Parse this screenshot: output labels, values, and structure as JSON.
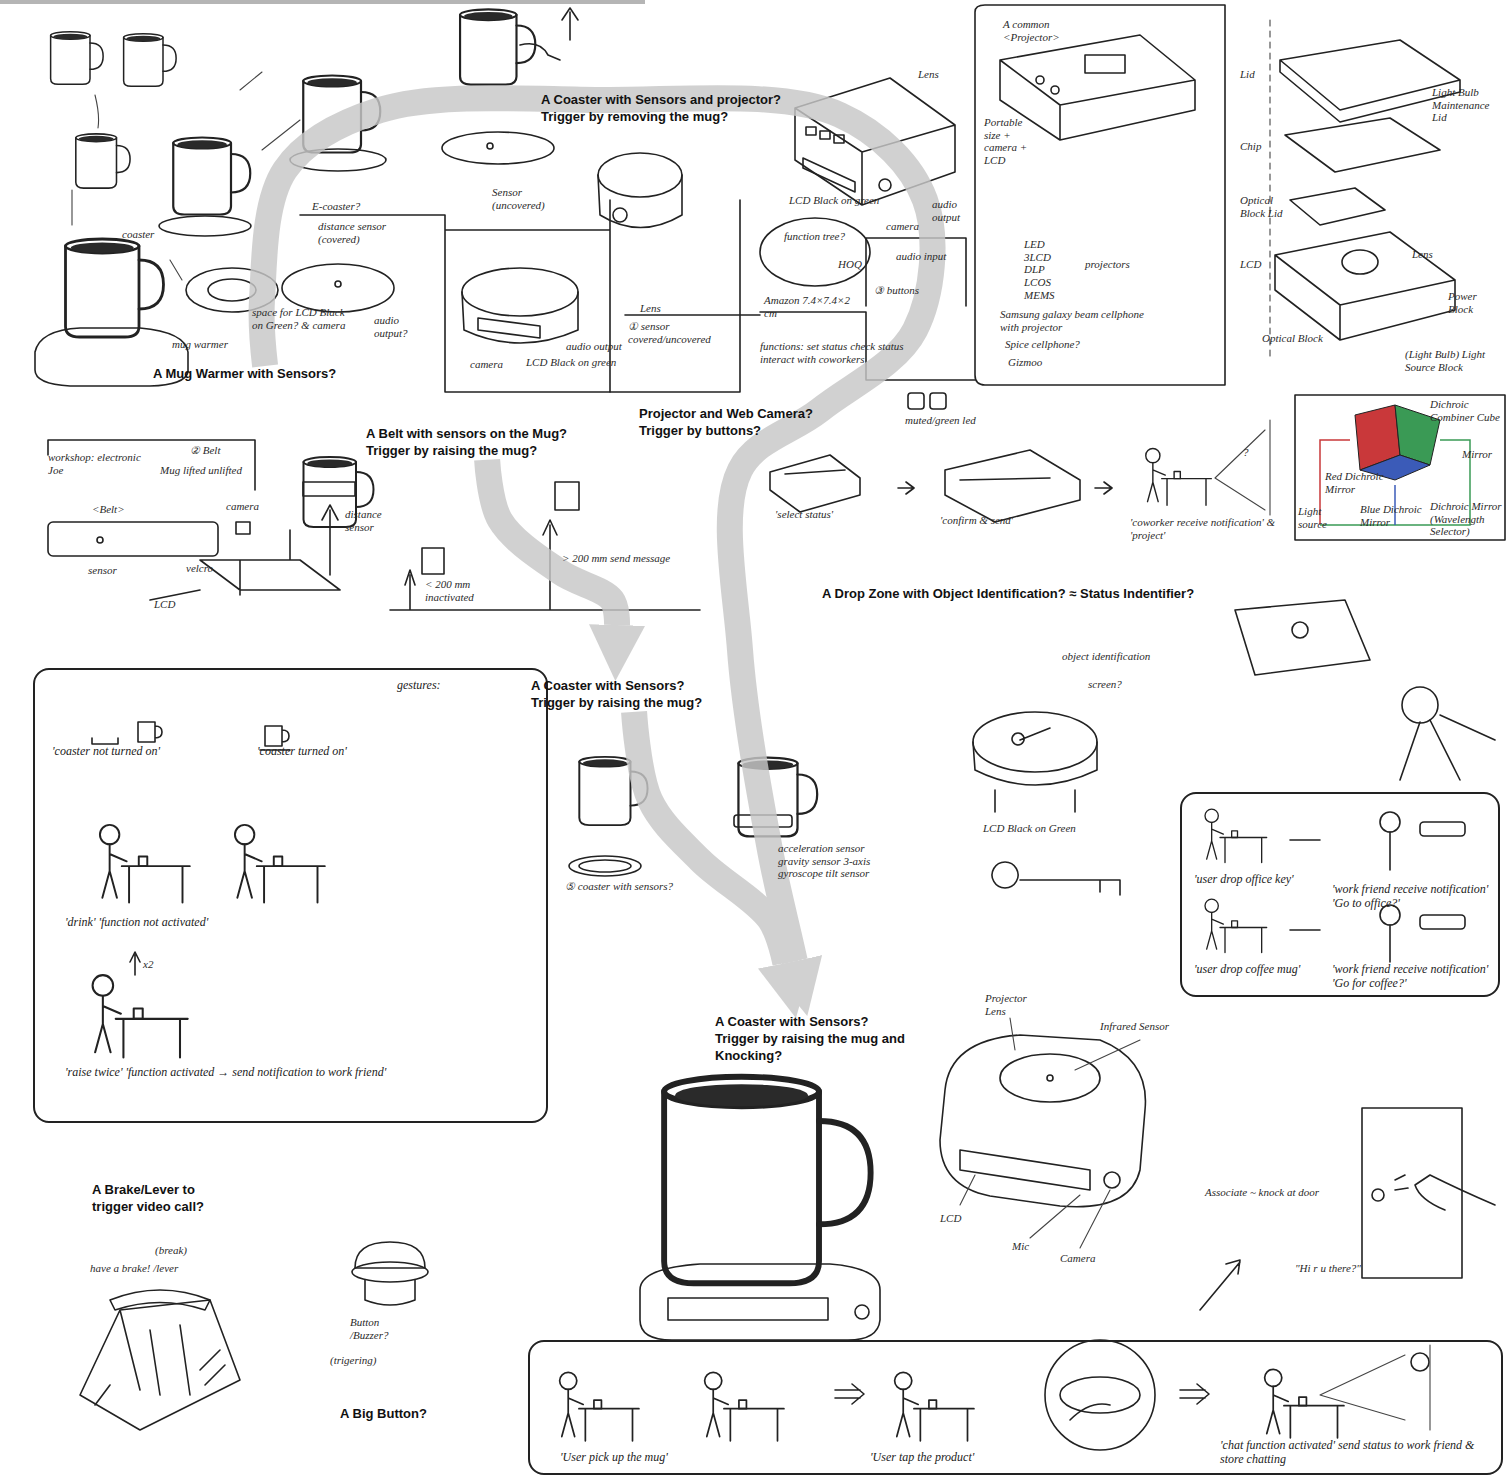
{
  "diagram": {
    "nodes": [
      {
        "text": [
          "A Mug Warmer with Sensors?"
        ]
      },
      {
        "text": [
          "A Coaster with Sensors and projector? Trigger by removing the mug?"
        ]
      },
      {
        "text": [
          "Projector and Web Camera? Trigger by buttons?"
        ]
      },
      {
        "text": [
          "A Belt with sensors on the Mug? Trigger by raising the mug?"
        ]
      },
      {
        "text": [
          "A Drop Zone with Object Identification? ≈ Status Indentifier?"
        ]
      },
      {
        "text": [
          "gestures:",
          "'coaster not turned on'",
          "'coaster turned on'",
          "'drink' 'function not activated'",
          "'raise twice' 'function activated → send notification to work friend'"
        ]
      },
      {
        "text": [
          "A Coaster with Sensors? Trigger by raising the mug?"
        ]
      },
      {
        "text": [
          "'user drop office key'",
          "'work friend receive notification' 'Go to office?'",
          "'user drop coffee mug'",
          "'work friend receive notification' 'Go for coffee?'"
        ]
      },
      {
        "text": [
          "A Coaster with Sensors? Trigger by raising the mug and Knocking?"
        ]
      },
      {
        "text": [
          "A Brake/Lever to trigger video call?"
        ]
      },
      {
        "text": [
          "A Big Button?"
        ]
      },
      {
        "text": [
          "'User pick up the mug'",
          "'User tap the product'",
          "'chat function activated' send status to work friend & store chatting"
        ]
      }
    ],
    "edges": [
      {
        "from": 0,
        "to": 8,
        "arrow": "to"
      },
      {
        "from": 3,
        "to": 6,
        "arrow": "to"
      },
      {
        "from": 6,
        "to": 8,
        "arrow": "to"
      }
    ],
    "labels": [
      "E-coaster?",
      "distance sensor (covered)",
      "coaster",
      "Sensor (uncovered)",
      "mug warmer",
      "space for LCD Black on Green? & camera",
      "audio output?",
      "audio output",
      "Lens",
      "camera",
      "LCD Black on green",
      "① sensor covered/uncovered",
      "Lens",
      "LCD Black on green",
      "camera",
      "audio output",
      "audio input",
      "function tree?",
      "HOQ",
      "③ buttons",
      "Amazon 7.4×7.4×2 cm",
      "functions: set status check status interact with coworkers",
      "A common <Projector>",
      "Portable size + camera + LCD",
      "LED 3LCD DLP LCOS MEMS",
      "projectors",
      "Samsung galaxy beam cellphone with projector",
      "Spice cellphone?",
      "Gizmoo",
      "Lid",
      "Chip",
      "Optical Block Lid",
      "LCD",
      "Light Bulb Maintenance Lid",
      "Lens",
      "Power Block",
      "Optical Block",
      "(Light Bulb) Light Source Block",
      "muted/green led",
      "'select status'",
      "'confirm & send'",
      "'coworker receive notification' & 'project'",
      "?",
      "Dichroic Combiner Cube",
      "Mirror",
      "Red Dichroic Mirror",
      "Blue Dichroic Mirror",
      "Dichroic Mirror (Wavelength Selector)",
      "Light source",
      "workshop: electronic Joe",
      "② Belt",
      "Mug lifted unlifted",
      "<Belt>",
      "sensor",
      "velcro",
      "camera",
      "LCD",
      "distance sensor",
      "< 200 mm inactivated",
      "> 200 mm send message",
      "x2",
      "object identification",
      "screen?",
      "LCD Black on Green",
      "acceleration sensor gravity sensor 3-axis gyroscope tilt sensor",
      "⑤ coaster with sensors?",
      "Projector Lens",
      "Infrared Sensor",
      "LCD",
      "Mic",
      "Camera",
      "Associate ~ knock at door",
      "\"Hi r u there?\"",
      "(break)",
      "have a brake! /lever",
      "Button /Buzzer?",
      "(trigering)"
    ]
  }
}
